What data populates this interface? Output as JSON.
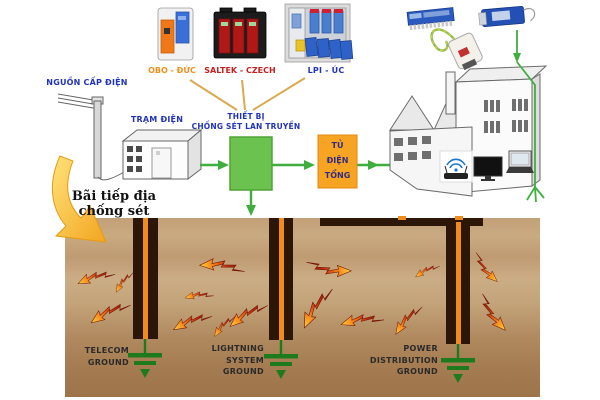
{
  "title": "Surge / lightning protection system diagram",
  "products": {
    "obo": {
      "label": "OBO - ĐỨC",
      "color": "#f09020"
    },
    "saltek": {
      "label": "SALTEK - CZECH",
      "color": "#c42020"
    },
    "lpi": {
      "label": "LPI - ÚC",
      "color": "#2233bb"
    }
  },
  "nodes": {
    "power_supply": "NGUỒN CẤP ĐIỆN",
    "substation": "TRẠM ĐIỆN",
    "spd_line1": "THIẾT BỊ",
    "spd_line2": "CHỐNG SÉT LAN TRUYỀN",
    "main_cabinet": {
      "line1": "TỦ",
      "line2": "ĐIỆN",
      "line3": "TỔNG"
    }
  },
  "note": {
    "line1": "Bãi tiếp địa",
    "line2": "chống sét"
  },
  "grounds": [
    {
      "name": "telecom-ground",
      "lines": [
        "TELECOM",
        "GROUND",
        ""
      ]
    },
    {
      "name": "lightning-ground",
      "lines": [
        "LIGHTNING",
        "SYSTEM",
        "GROUND"
      ]
    },
    {
      "name": "power-ground",
      "lines": [
        "POWER",
        "DISTRIBUTION",
        "GROUND"
      ]
    }
  ],
  "colors": {
    "flow_line_green": "#3fae3f",
    "spd_box_green": "#6cc24f",
    "main_cabinet_orange": "#f8a423",
    "label_blue": "#2233bb",
    "obo_orange": "#f09020",
    "saltek_red": "#c42020",
    "ground_symbol_green": "#1d7a1d",
    "soil_brown": "#bf9b72",
    "rod_dark_brown": "#2b1607",
    "rod_core_orange": "#f08c1e",
    "big_arrow_yellow": "#ffd23a"
  }
}
